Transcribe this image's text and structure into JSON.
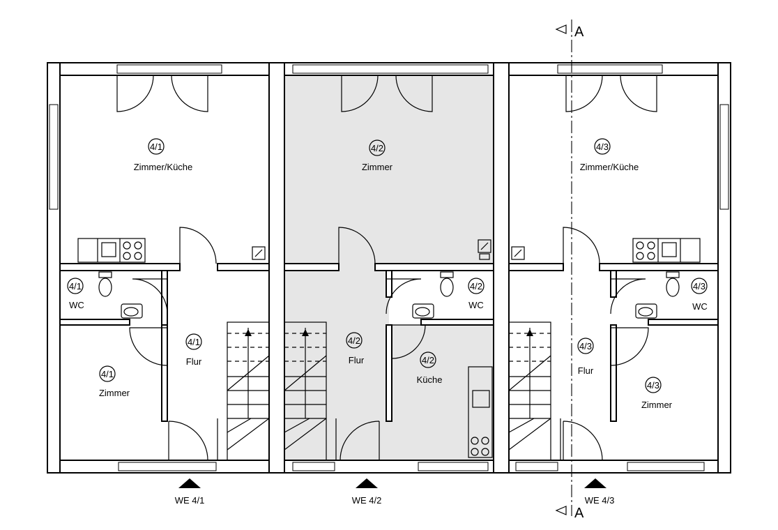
{
  "units": [
    {
      "entrance": "WE 4/1",
      "rooms": [
        {
          "tag": "4/1",
          "name": "Zimmer/Küche"
        },
        {
          "tag": "4/1",
          "name": "WC"
        },
        {
          "tag": "4/1",
          "name": "Flur"
        },
        {
          "tag": "4/1",
          "name": "Zimmer"
        }
      ]
    },
    {
      "entrance": "WE 4/2",
      "rooms": [
        {
          "tag": "4/2",
          "name": "Zimmer"
        },
        {
          "tag": "4/2",
          "name": "WC"
        },
        {
          "tag": "4/2",
          "name": "Flur"
        },
        {
          "tag": "4/2",
          "name": "Küche"
        }
      ]
    },
    {
      "entrance": "WE 4/3",
      "rooms": [
        {
          "tag": "4/3",
          "name": "Zimmer/Küche"
        },
        {
          "tag": "4/3",
          "name": "WC"
        },
        {
          "tag": "4/3",
          "name": "Flur"
        },
        {
          "tag": "4/3",
          "name": "Zimmer"
        }
      ]
    }
  ],
  "section_marker": "A",
  "highlight_color": "#e6e6e6"
}
